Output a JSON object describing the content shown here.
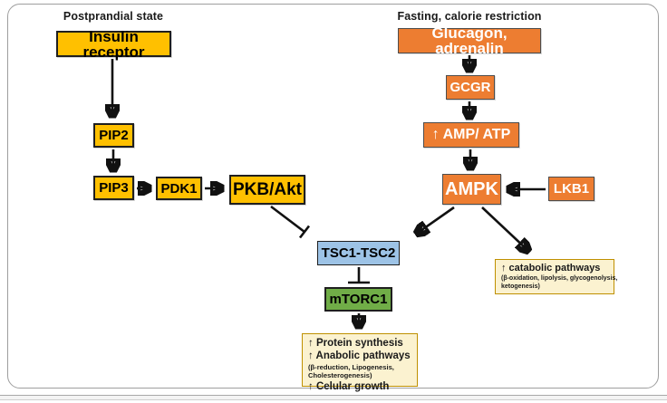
{
  "diagram": {
    "left_branch": {
      "header": "Postprandial state",
      "insulin_receptor": "Insulin receptor",
      "pip2": "PIP2",
      "pip3": "PIP3",
      "pdk1": "PDK1",
      "pkb_akt": "PKB/Akt"
    },
    "right_branch": {
      "header": "Fasting, calorie restriction",
      "glucagon_adrenalin": "Glucagon, adrenalin",
      "gcgr": "GCGR",
      "amp_atp": "↑ AMP/ ATP",
      "ampk": "AMPK",
      "lkb1": "LKB1"
    },
    "center": {
      "tsc": "TSC1-TSC2",
      "mtorc1": "mTORC1"
    },
    "outcomes": {
      "anabolic": {
        "line1": "↑ Protein synthesis",
        "line2": "↑ Anabolic pathways",
        "line3": "(β-reduction, Lipogenesis,",
        "line4": "Cholesterogenesis)",
        "line5": "↑  Celular growth"
      },
      "catabolic": {
        "line1": "↑ catabolic pathways",
        "line2": "(β-oxidation, lipolysis, glycogenolysis,",
        "line3": "ketogenesis)"
      }
    },
    "colors": {
      "amber": "#FFC000",
      "orange": "#ED7D31",
      "blue": "#9DC3E6",
      "green": "#70AD47",
      "cream_fill": "#FBF2D0",
      "cream_border": "#BF9000",
      "arrow": "#111111",
      "frame_border": "#9E9E9E"
    }
  }
}
